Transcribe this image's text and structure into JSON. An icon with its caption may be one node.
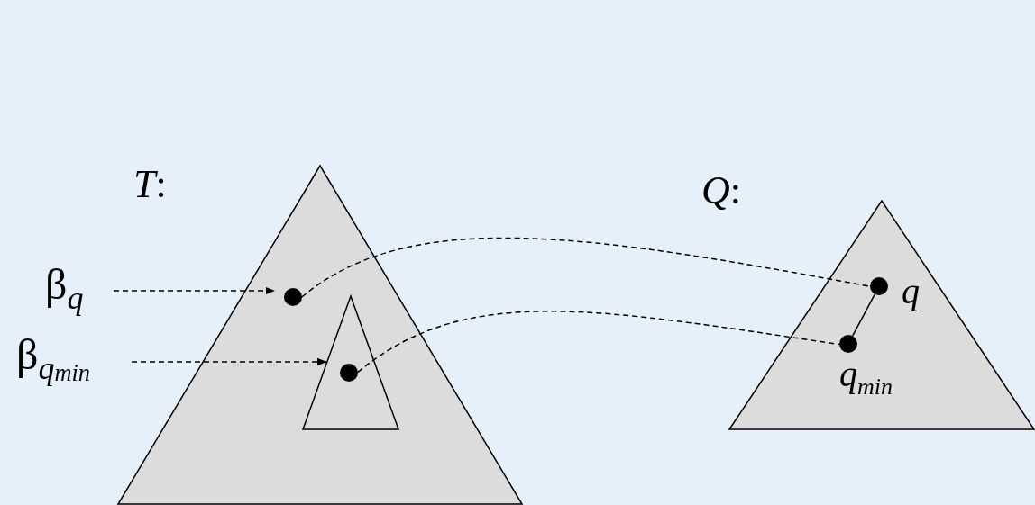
{
  "diagram": {
    "nodes": [
      {
        "text": [
          "*T*:"
        ]
      },
      {
        "text": [],
        "shape": "triangle",
        "in": 0
      },
      {
        "text": [],
        "shape": "circle",
        "in": 0
      },
      {
        "text": [],
        "shape": "circle",
        "in": 1
      },
      {
        "text": [
          "*Q*:"
        ]
      },
      {
        "text": [],
        "shape": "circle",
        "in": 4,
        "beside": [
          "q"
        ]
      },
      {
        "text": [],
        "shape": "circle",
        "in": 4,
        "beside": [
          "q$_{min}$"
        ]
      },
      {
        "text": [
          "β$_{q}$"
        ]
      },
      {
        "text": [
          "β$_{q}$$_{min}$"
        ]
      }
    ],
    "edges": [
      {
        "from": 7,
        "to": 2,
        "arrow": "to",
        "style": "dashed"
      },
      {
        "from": 8,
        "to": 1,
        "arrow": "to",
        "style": "dashed"
      },
      {
        "from": 2,
        "to": 5,
        "arrow": "none",
        "style": "dashed"
      },
      {
        "from": 3,
        "to": 6,
        "arrow": "none",
        "style": "dashed"
      },
      {
        "from": 5,
        "to": 6,
        "arrow": "none"
      }
    ]
  }
}
